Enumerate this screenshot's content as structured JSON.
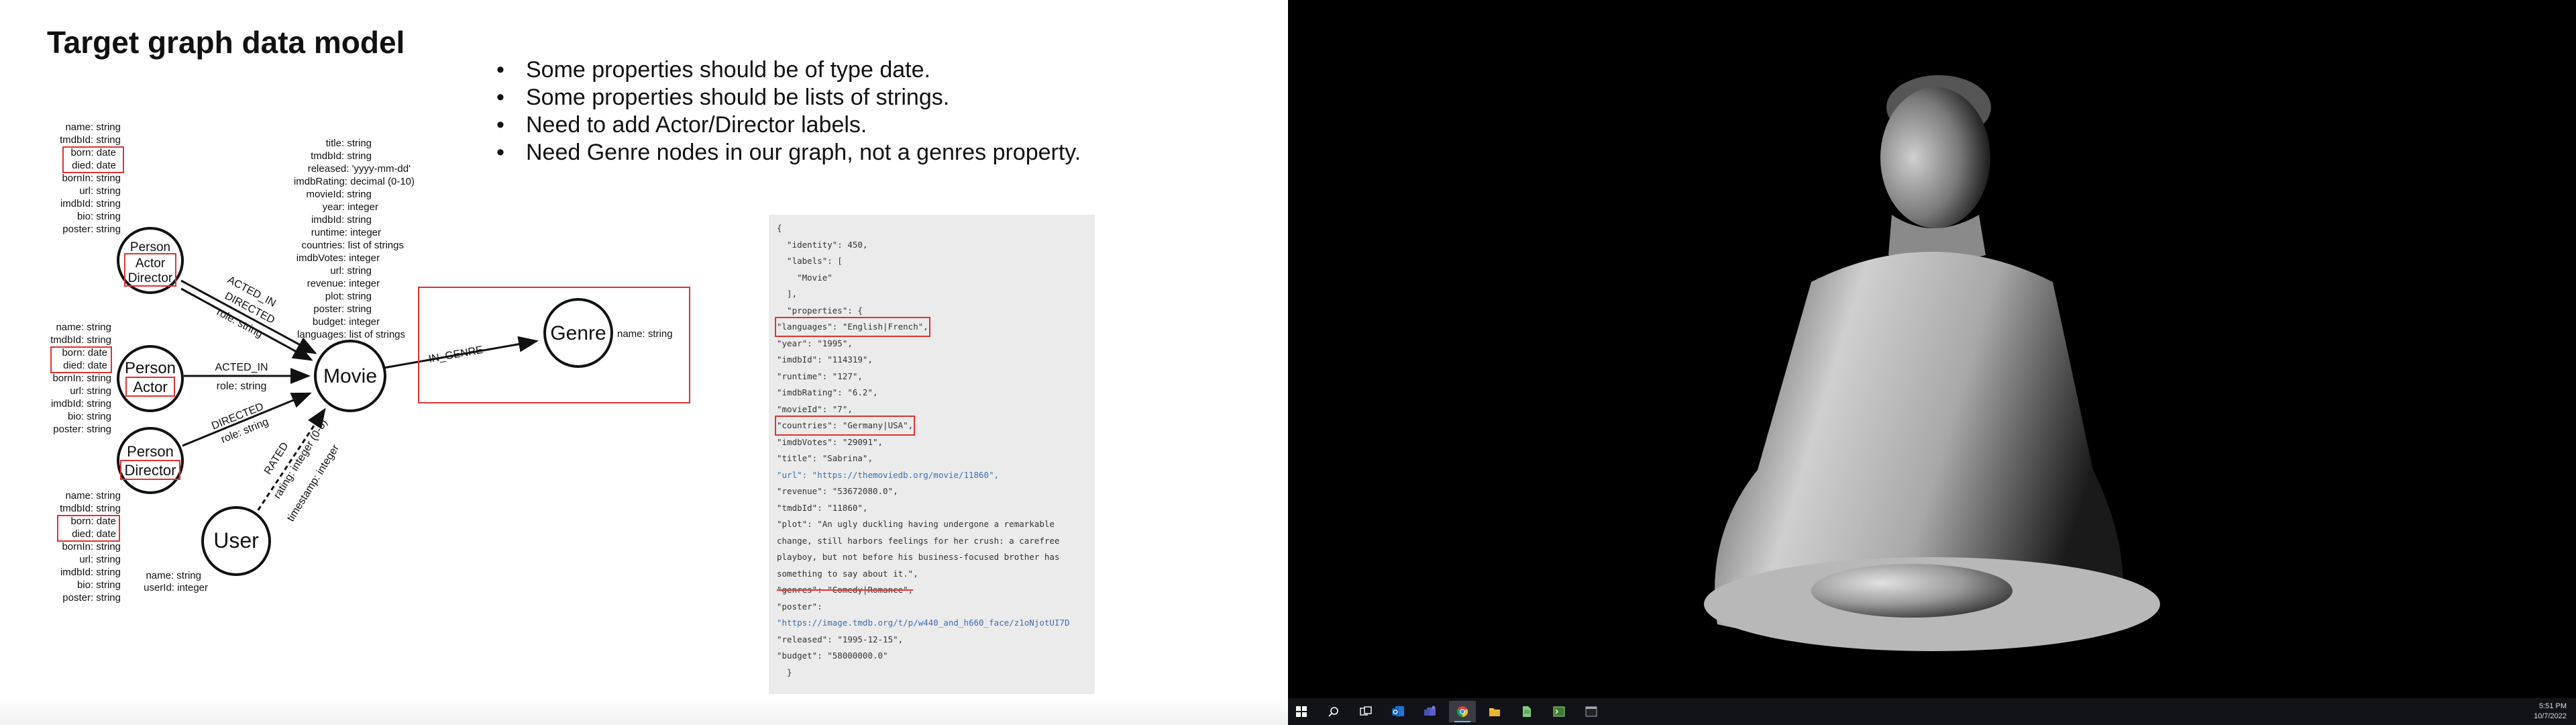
{
  "slide": {
    "title": "Target graph data model",
    "bullets": [
      "Some properties should be of type date.",
      "Some properties should be lists of strings.",
      "Need to add Actor/Director labels.",
      "Need Genre nodes in our graph, not a genres property."
    ]
  },
  "diagram": {
    "person1": {
      "props": [
        "name: string",
        "tmdbId: string",
        "born: date",
        "died: date",
        "bornIn: string",
        "url: string",
        "imdbId: string",
        "bio: string",
        "poster: string"
      ],
      "labels": [
        "Person",
        "Actor",
        "Director"
      ]
    },
    "person2": {
      "props": [
        "name: string",
        "tmdbId: string",
        "born: date",
        "died: date",
        "bornIn: string",
        "url: string",
        "imdbId: string",
        "bio: string",
        "poster: string"
      ],
      "labels": [
        "Person",
        "Actor"
      ]
    },
    "person3": {
      "props": [
        "name: string",
        "tmdbId: string",
        "born: date",
        "died: date",
        "bornIn: string",
        "url: string",
        "imdbId: string",
        "bio: string",
        "poster: string"
      ],
      "labels": [
        "Person",
        "Director"
      ]
    },
    "user": {
      "label": "User",
      "props": [
        "name: string",
        "userId: integer"
      ]
    },
    "movie": {
      "label": "Movie",
      "props": [
        "title: string",
        "tmdbId: string",
        "released: 'yyyy-mm-dd'",
        "imdbRating: decimal (0-10)",
        "movieId: string",
        "year: integer",
        "imdbId: string",
        "runtime: integer",
        "countries: list of strings",
        "imdbVotes: integer",
        "url: string",
        "revenue: integer",
        "plot: string",
        "poster: string",
        "budget: integer",
        "languages: list of strings"
      ]
    },
    "genre": {
      "label": "Genre",
      "props": [
        "name: string"
      ]
    },
    "edges": {
      "acted_directed": [
        "ACTED_IN",
        "DIRECTED",
        "role: string"
      ],
      "acted_in": [
        "ACTED_IN",
        "role: string"
      ],
      "directed": [
        "DIRECTED",
        "role: string"
      ],
      "rated": [
        "RATED",
        "rating: integer (0-5)",
        "timestamp: integer"
      ],
      "in_genre": "IN_GENRE"
    }
  },
  "json_lines": [
    "{",
    "  \"identity\": 450,",
    "  \"labels\": [",
    "    \"Movie\"",
    "  ],",
    "  \"properties\": {",
    "\"languages\": \"English|French\",",
    "\"year\": \"1995\",",
    "\"imdbId\": \"114319\",",
    "\"runtime\": \"127\",",
    "\"imdbRating\": \"6.2\",",
    "\"movieId\": \"7\",",
    "\"countries\": \"Germany|USA\",",
    "\"imdbVotes\": \"29091\",",
    "\"title\": \"Sabrina\",",
    "\"url\": \"https://themoviedb.org/movie/11860\",",
    "\"revenue\": \"53672080.0\",",
    "\"tmdbId\": \"11860\",",
    "\"plot\": \"An ugly duckling having undergone a remarkable",
    "change, still harbors feelings for her crush: a carefree",
    "playboy, but not before his business-focused brother has",
    "something to say about it.\",",
    "\"genres\": \"Comedy|Romance\",",
    "\"poster\":",
    "\"https://image.tmdb.org/t/p/w440_and_h660_face/z1oNjotUI7D",
    "\"released\": \"1995-12-15\",",
    "\"budget\": \"58000000.0\"",
    "  }"
  ],
  "taskbar": {
    "icons": [
      "windows-start-icon",
      "search-icon",
      "task-view-icon",
      "outlook-icon",
      "teams-icon",
      "chrome-icon",
      "file-explorer-icon",
      "notepad-icon",
      "terminal-icon",
      "command-prompt-icon"
    ],
    "time": "5:51 PM",
    "date": "10/7/2022"
  }
}
